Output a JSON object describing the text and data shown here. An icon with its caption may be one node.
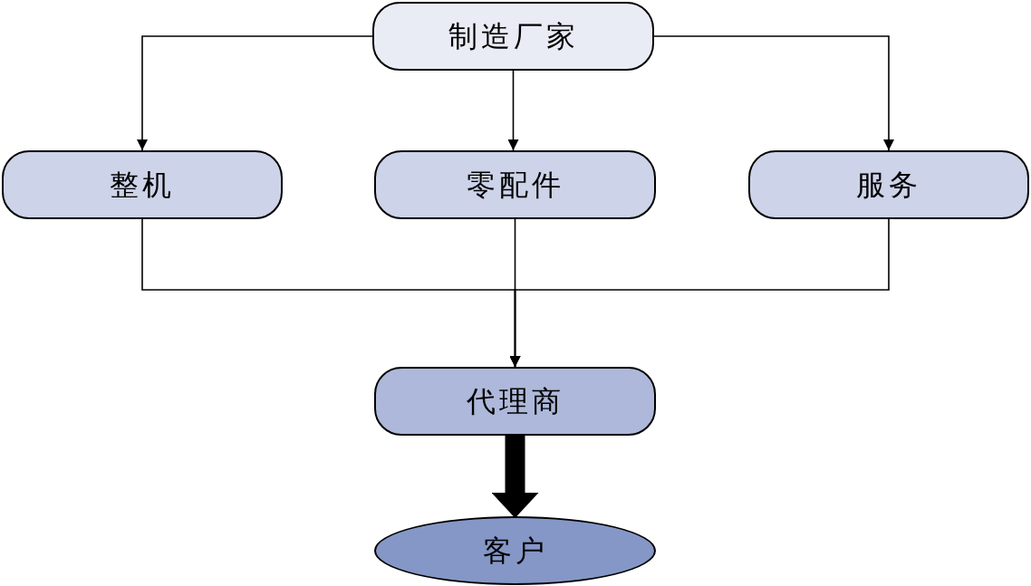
{
  "diagram": {
    "nodes": [
      {
        "text": [
          "制造厂家"
        ]
      },
      {
        "text": [
          "整机"
        ]
      },
      {
        "text": [
          "零配件"
        ]
      },
      {
        "text": [
          "服务"
        ]
      },
      {
        "text": [
          "代理商"
        ]
      },
      {
        "text": [
          "客户"
        ]
      }
    ],
    "edges": [
      {
        "from": 0,
        "to": 1,
        "arrow": "to"
      },
      {
        "from": 0,
        "to": 2,
        "arrow": "to"
      },
      {
        "from": 0,
        "to": 3,
        "arrow": "to"
      },
      {
        "from": 1,
        "to": 4,
        "arrow": "to"
      },
      {
        "from": 2,
        "to": 4,
        "arrow": "to"
      },
      {
        "from": 3,
        "to": 4,
        "arrow": "to"
      },
      {
        "from": 4,
        "to": 5,
        "arrow": "to",
        "style": "thick"
      }
    ]
  }
}
